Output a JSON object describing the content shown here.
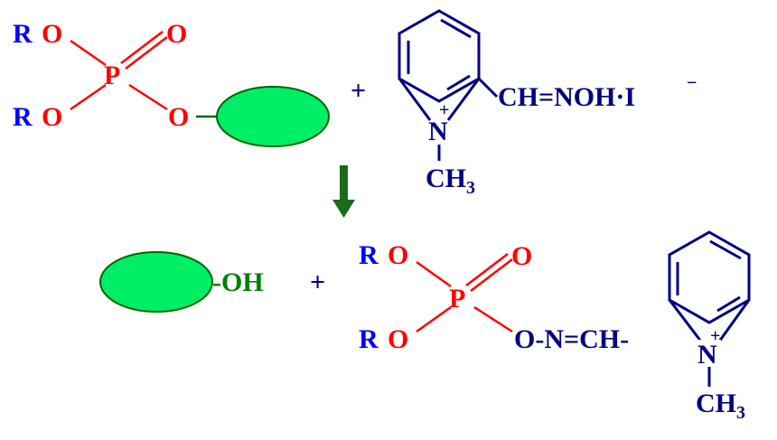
{
  "colors": {
    "blue": "#0000ff",
    "red": "#ff0000",
    "navy": "#000080",
    "green_text": "#008000",
    "ellipse_fill": "#00ee66",
    "ellipse_stroke": "#006600",
    "arrow": "#1a6b1a"
  },
  "reactant_ester": {
    "r_top": "R",
    "o_top": "O",
    "r_bottom": "R",
    "o_bottom": "O",
    "phosphorus": "P",
    "oxo": "O",
    "ester_o": "O"
  },
  "plus_sign": "+",
  "pralidoxime": {
    "oxime_group": "CH=NOH·I",
    "iodide_charge": "−",
    "nitrogen": "N",
    "charge": "+",
    "methyl": "CH",
    "methyl_sub": "3"
  },
  "arrow_icon": "down-arrow",
  "product_enzyme": {
    "hydroxyl": "-OH"
  },
  "product_plus": "+",
  "product_conjugate": {
    "r_top": "R",
    "o_top": "O",
    "r_bottom": "R",
    "o_bottom": "O",
    "phosphorus": "P",
    "oxo": "O",
    "linker": "O-N=CH-",
    "nitrogen": "N",
    "charge": "+",
    "methyl": "CH",
    "methyl_sub": "3"
  }
}
